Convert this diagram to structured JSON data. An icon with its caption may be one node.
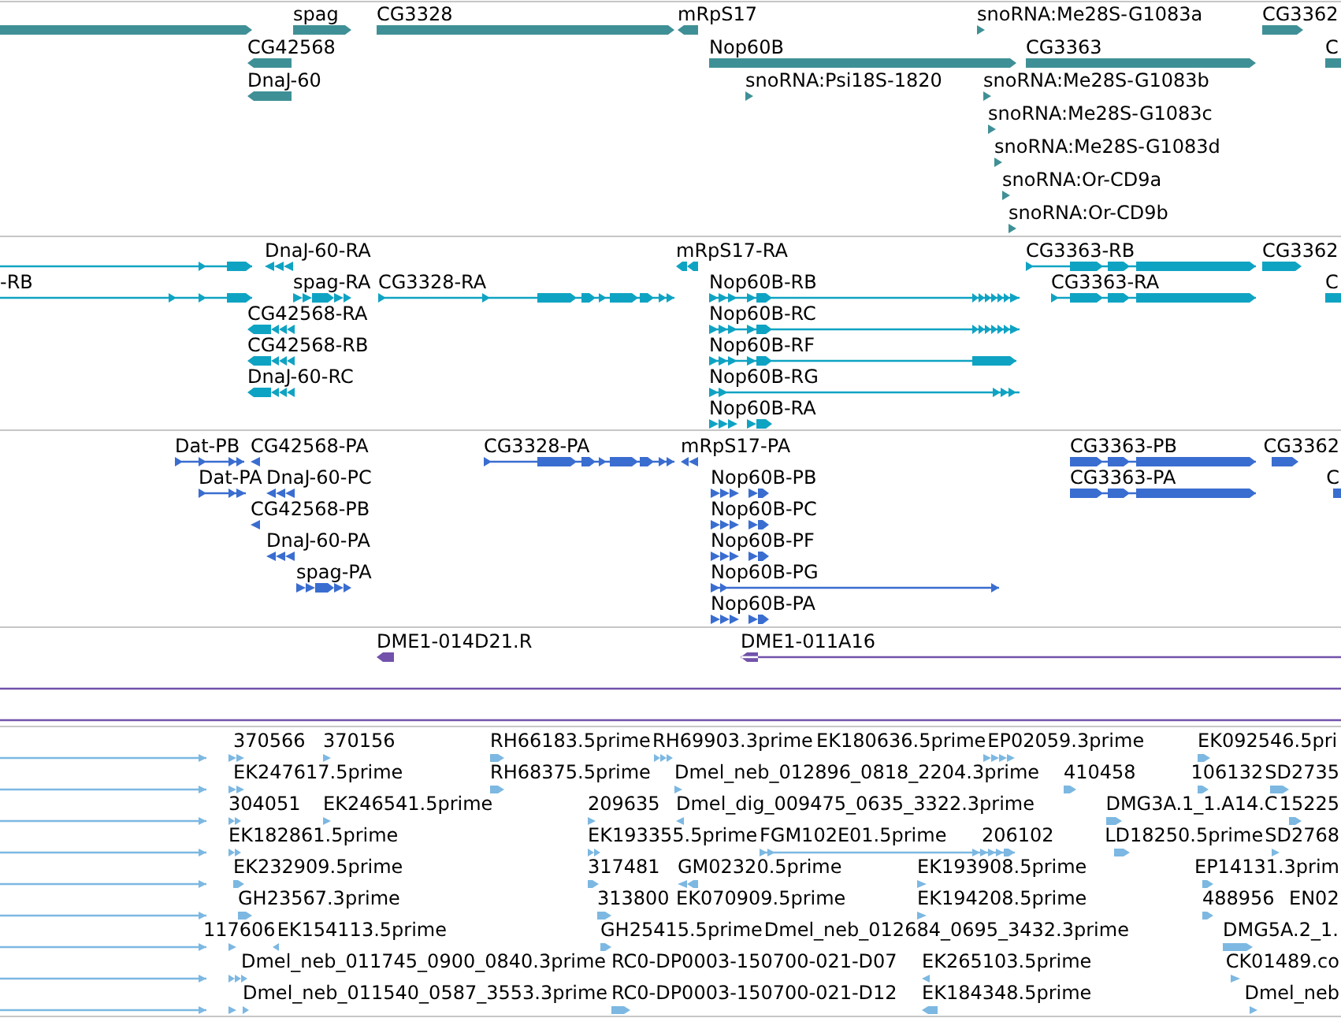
{
  "diagram": {
    "labels": [
      "spag",
      "CG3328",
      "mRpS17",
      "snoRNA:Me28S-G1083a",
      "CG3362",
      "CG42568",
      "Nop60B",
      "CG3363",
      "C",
      "DnaJ-60",
      "snoRNA:Psi18S-1820",
      "snoRNA:Me28S-G1083b",
      "snoRNA:Me28S-G1083c",
      "snoRNA:Me28S-G1083d",
      "snoRNA:Or-CD9a",
      "snoRNA:Or-CD9b",
      "DnaJ-60-RA",
      "mRpS17-RA",
      "CG3363-RB",
      "CG3362",
      "-RB",
      "spag-RA",
      "CG3328-RA",
      "Nop60B-RB",
      "CG3363-RA",
      "C",
      "CG42568-RA",
      "Nop60B-RC",
      "CG42568-RB",
      "Nop60B-RF",
      "DnaJ-60-RC",
      "Nop60B-RG",
      "Nop60B-RA",
      "Dat-PB",
      "CG42568-PA",
      "CG3328-PA",
      "mRpS17-PA",
      "CG3363-PB",
      "CG3362",
      "Dat-PA",
      "DnaJ-60-PC",
      "Nop60B-PB",
      "CG3363-PA",
      "C",
      "CG42568-PB",
      "Nop60B-PC",
      "DnaJ-60-PA",
      "Nop60B-PF",
      "spag-PA",
      "Nop60B-PG",
      "Nop60B-PA",
      "DME1-014D21.R",
      "DME1-011A16",
      "370566",
      "370156",
      "RH66183.5prime",
      "RH69903.3prime",
      "EK180636.5prime",
      "EP02059.3prime",
      "EK092546.5pri",
      "EK247617.5prime",
      "RH68375.5prime",
      "Dmel_neb_012896_0818_2204.3prime",
      "410458",
      "106132",
      "SD2735",
      "304051",
      "EK246541.5prime",
      "209635",
      "Dmel_dig_009475_0635_3322.3prime",
      "DMG3A.1_1.A14.C",
      "15225",
      "EK182861.5prime",
      "EK193355.5prime",
      "FGM102E01.5prime",
      "206102",
      "LD18250.5prime",
      "SD2768",
      "EK232909.5prime",
      "317481",
      "GM02320.5prime",
      "EK193908.5prime",
      "EP14131.3prim",
      "GH23567.3prime",
      "313800",
      "EK070909.5prime",
      "EK194208.5prime",
      "488956",
      "EN02",
      "117606",
      "EK154113.5prime",
      "GH25415.5prime",
      "Dmel_neb_012684_0695_3432.3prime",
      "DMG5A.2_1.",
      "Dmel_neb_011745_0900_0840.3prime",
      "RC0-DP0003-150700-021-D07",
      "EK265103.5prime",
      "CK01489.co",
      "Dmel_neb_011540_0587_3553.3prime",
      "RC0-DP0003-150700-021-D12",
      "EK184348.5prime",
      "Dmel_neb"
    ]
  }
}
